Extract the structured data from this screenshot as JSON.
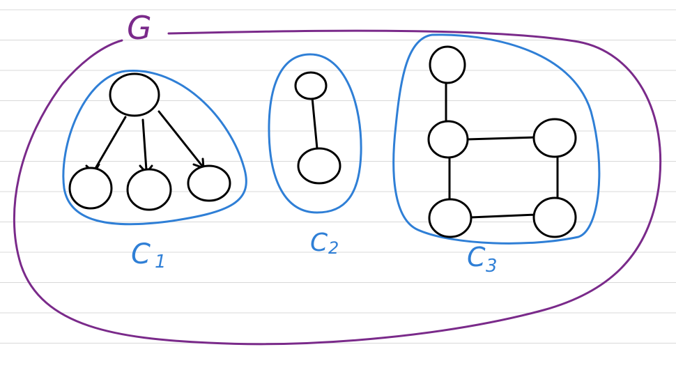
{
  "diagram": {
    "graph": {
      "label": "G",
      "color": "#7a2a8a"
    },
    "components": [
      {
        "id": "c1",
        "label": "C",
        "subscript": "1",
        "color": "#2f7fd6",
        "nodes": 4,
        "edges": 3
      },
      {
        "id": "c2",
        "label": "C",
        "subscript": "2",
        "color": "#2f7fd6",
        "nodes": 2,
        "edges": 1
      },
      {
        "id": "c3",
        "label": "C",
        "subscript": "3",
        "color": "#2f7fd6",
        "nodes": 5,
        "edges": 5
      }
    ],
    "node_color": "#000000",
    "edge_color": "#000000",
    "paper": {
      "background": "#ffffff",
      "ruled_line_color": "#d8d8d8"
    }
  }
}
